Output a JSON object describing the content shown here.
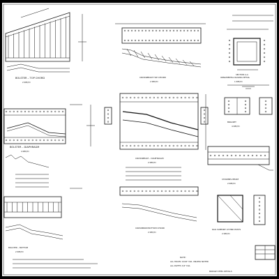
{
  "sheet": {
    "title_block_caption": "BRIDGE STEEL DETAILS"
  },
  "views": {
    "bolster_top": {
      "title": "BOLSTER – TOP CHORD",
      "caption": "2 REQ'D"
    },
    "top_plate": {
      "title": "CROSSBEAM TOP CHORD",
      "caption": "2 REQ'D"
    },
    "bolster_mid": {
      "title": "BOLSTER – DIAPHRAGM",
      "caption": "4 REQ'D"
    },
    "center_girder": {
      "title": "CROSSBEAM – DIAPHRAGM",
      "caption": "2 REQ'D"
    },
    "lower_plate": {
      "title": "CROSSBEAM BOTTOM CHORD",
      "caption": "2 REQ'D"
    },
    "bottom_left": {
      "title": "BOLSTER – BOTTOM",
      "caption": "2 REQ'D"
    },
    "box_section": {
      "title": "SECTION A-A"
    },
    "ornament": {
      "title": "ORNAMENTAL RAILING DETAIL",
      "caption": "1 REQ'D"
    },
    "bracket": {
      "title": "BRACKET",
      "caption": "4 REQ'D"
    },
    "channel": {
      "title": "CHANNEL BEAM",
      "caption": "2 REQ'D"
    },
    "bottom_right": {
      "title": "RAIL SUPPORT AT END POSTS",
      "caption": "2 REQ'D"
    }
  },
  "notes": {
    "heading": "NOTE:",
    "line1": "ALL HOLES 13/16\" DIA. UNLESS NOTED",
    "line2": "ALL RIVETS 3/4\" DIA."
  },
  "colors": {
    "ink": "#111111",
    "paper": "#ffffff",
    "border": "#000000"
  }
}
